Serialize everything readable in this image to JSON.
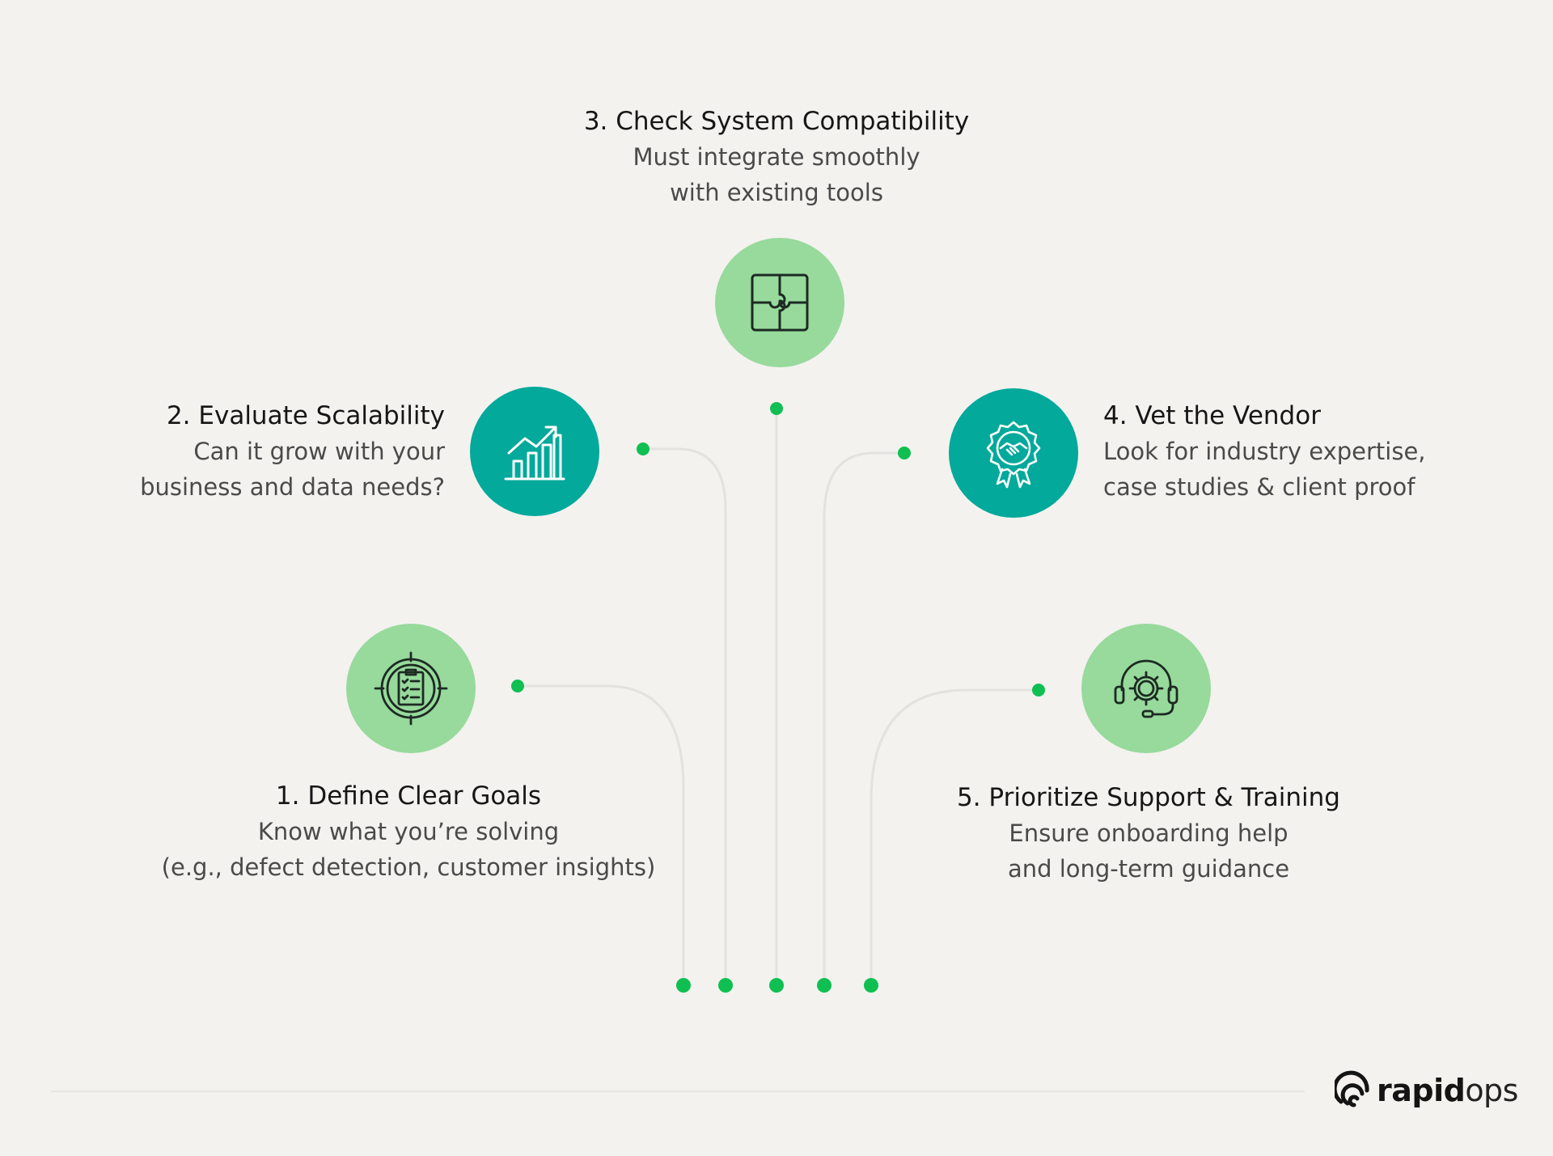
{
  "colors": {
    "background": "#f3f2ef",
    "light_green": "#97da9c",
    "teal": "#03a99b",
    "connector_line": "#e3e2de",
    "dot": "#0fbf52"
  },
  "steps": [
    {
      "title": "1. Define Clear Goals",
      "lines": [
        "Know what you’re solving",
        "(e.g., defect detection, customer insights)"
      ],
      "icon": "target-checklist-icon",
      "circle": "light-green"
    },
    {
      "title": "2. Evaluate Scalability",
      "lines": [
        "Can it grow with your",
        "business and data needs?"
      ],
      "icon": "growth-chart-icon",
      "circle": "teal"
    },
    {
      "title": "3. Check System Compatibility",
      "lines": [
        "Must integrate smoothly",
        "with existing tools"
      ],
      "icon": "puzzle-icon",
      "circle": "light-green"
    },
    {
      "title": "4. Vet the Vendor",
      "lines": [
        "Look for industry expertise,",
        "case studies & client proof"
      ],
      "icon": "handshake-badge-icon",
      "circle": "teal"
    },
    {
      "title": "5. Prioritize Support & Training",
      "lines": [
        "Ensure onboarding help",
        "and long-term guidance"
      ],
      "icon": "support-headset-icon",
      "circle": "light-green"
    }
  ],
  "brand": {
    "name_bold": "rapid",
    "name_light": "ops"
  }
}
